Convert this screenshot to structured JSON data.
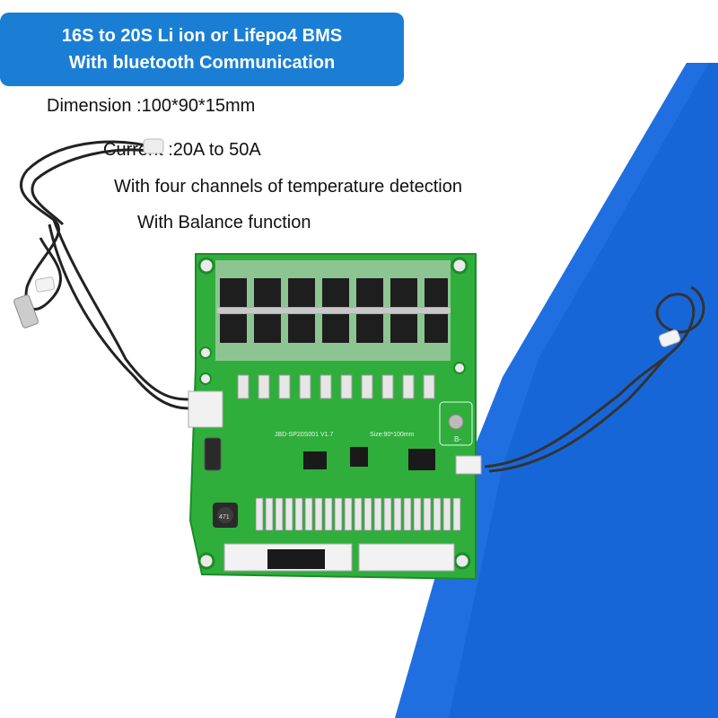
{
  "banner": {
    "line1": "16S to 20S Li ion or Lifepo4 BMS",
    "line2": "With bluetooth Communication"
  },
  "specs": {
    "dimension": "Dimension :100*90*15mm",
    "current": "Current :20A to 50A",
    "temperature": "With four channels of temperature detection",
    "balance": "With Balance function"
  },
  "board": {
    "model_label": "JBD-SP20S001 V1.7",
    "size_label": "Size:90*100mm",
    "inductor_label": "471",
    "terminal_label": "B-"
  },
  "colors": {
    "banner_blue": "#1a7fd4",
    "background_blue": "#1f6fe0",
    "pcb_green": "#2fae3c"
  }
}
